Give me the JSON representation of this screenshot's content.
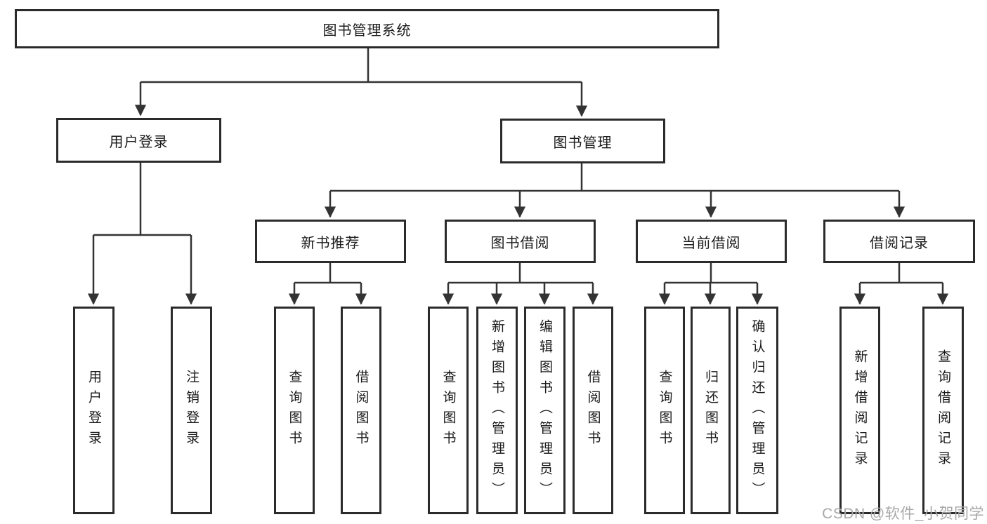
{
  "nodes": {
    "root": {
      "label": "图书管理系统"
    },
    "level2": [
      {
        "label": "用户登录"
      },
      {
        "label": "图书管理"
      }
    ],
    "level3": [
      {
        "label": "新书推荐"
      },
      {
        "label": "图书借阅"
      },
      {
        "label": "当前借阅"
      },
      {
        "label": "借阅记录"
      }
    ],
    "leaves": {
      "user_login": [
        {
          "label": "用户登录"
        },
        {
          "label": "注销登录"
        }
      ],
      "new_book": [
        {
          "label": "查询图书"
        },
        {
          "label": "借阅图书"
        }
      ],
      "book_borrow": [
        {
          "label": "查询图书"
        },
        {
          "label": "新增图书（管理员）"
        },
        {
          "label": "编辑图书（管理员）"
        },
        {
          "label": "借阅图书"
        }
      ],
      "current_borrow": [
        {
          "label": "查询图书"
        },
        {
          "label": "归还图书"
        },
        {
          "label": "确认归还（管理员）"
        }
      ],
      "borrow_records": [
        {
          "label": "新增借阅记录"
        },
        {
          "label": "查询借阅记录"
        }
      ]
    }
  },
  "watermark": "CSDN @软件_小贺同学",
  "colors": {
    "line": "#333333",
    "box_border": "#2b2b2b",
    "text": "#1a1a1a",
    "watermark": "#a8a8a8",
    "background": "#ffffff"
  }
}
